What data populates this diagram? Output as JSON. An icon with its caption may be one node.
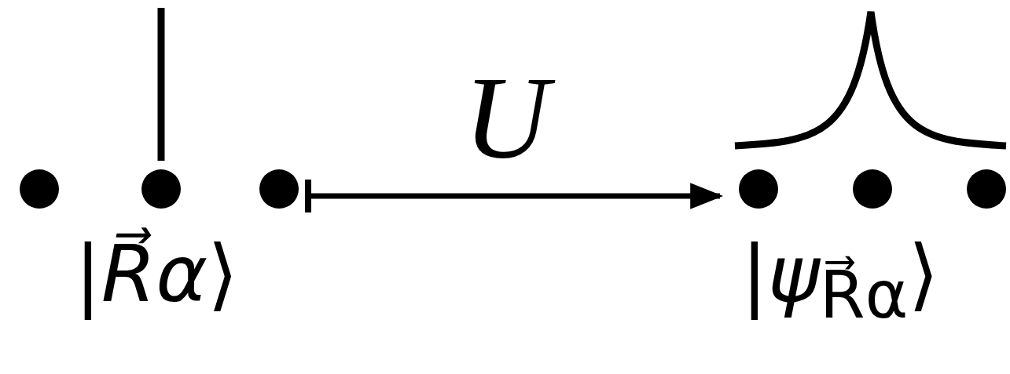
{
  "diagram": {
    "nodes": [
      {
        "text": [
          "|*R⃗α*⟩"
        ]
      },
      {
        "text": [
          "|*ψ*$_{R⃗α}$⟩"
        ]
      }
    ],
    "edges": [
      {
        "from": 0,
        "to": 1,
        "arrow": "to",
        "label": "U"
      }
    ]
  }
}
